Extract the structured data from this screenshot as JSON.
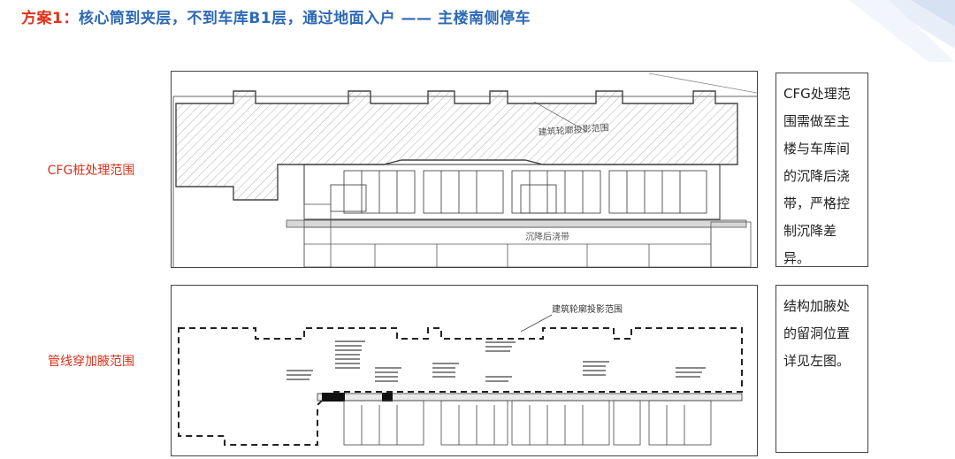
{
  "header": {
    "title_prefix": "方案1：",
    "title_rest": "核心筒到夹层，不到车库B1层，通过地面入户 —— 主楼南侧停车"
  },
  "panel_top": {
    "left_label": "CFG桩处理范围",
    "note": "CFG处理范围需做至主楼与车库间的沉降后浇带，严格控制沉降差异。",
    "drawing_labels": {
      "outline": "建筑轮廓投影范围",
      "band": "沉降后浇带"
    }
  },
  "panel_bottom": {
    "left_label": "管线穿加腋范围",
    "note": "结构加腋处的留洞位置详见左图。",
    "drawing_labels": {
      "outline": "建筑轮廓投影范围"
    }
  },
  "colors": {
    "title_prefix": "#e0341b",
    "title_rest": "#2d69b4",
    "left_label": "#d9301a"
  }
}
